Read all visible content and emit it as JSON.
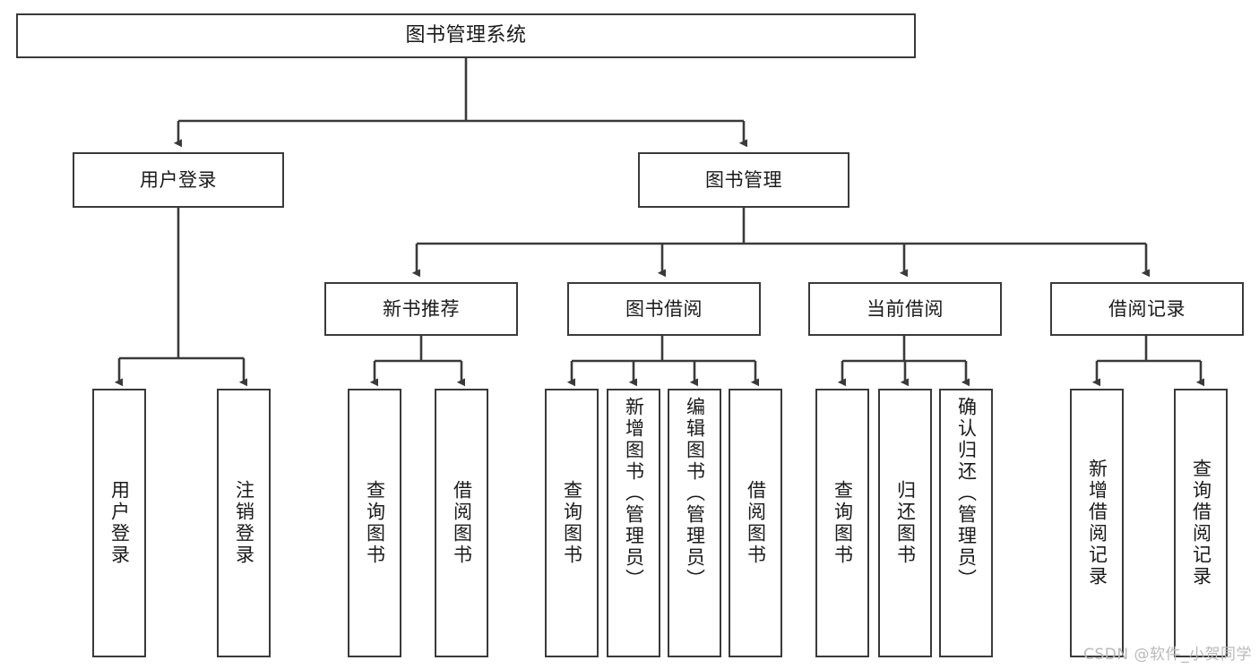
{
  "diagram": {
    "title": "图书管理系统",
    "type": "tree-hierarchy-diagram",
    "watermark": "CSDN @软件_小贺同学",
    "colors": {
      "box_border": "#3a3a3a",
      "box_fill": "#ffffff",
      "edge": "#3a3a3a",
      "text": "#1a1a1a",
      "watermark": "#b9b9b9",
      "background": "#ffffff"
    },
    "root": {
      "label": "图书管理系统"
    },
    "level2": [
      {
        "label": "用户登录"
      },
      {
        "label": "图书管理"
      }
    ],
    "level3": [
      {
        "label": "新书推荐"
      },
      {
        "label": "图书借阅"
      },
      {
        "label": "当前借阅"
      },
      {
        "label": "借阅记录"
      }
    ],
    "leaves": {
      "user_login": [
        {
          "label": "用户登录"
        },
        {
          "label": "注销登录"
        }
      ],
      "new_book_recommend": [
        {
          "label": "查询图书"
        },
        {
          "label": "借阅图书"
        }
      ],
      "book_borrow": [
        {
          "label": "查询图书"
        },
        {
          "label": "新增图书（管理员）"
        },
        {
          "label": "编辑图书（管理员）"
        },
        {
          "label": "借阅图书"
        }
      ],
      "current_borrow": [
        {
          "label": "查询图书"
        },
        {
          "label": "归还图书"
        },
        {
          "label": "确认归还（管理员）"
        }
      ],
      "borrow_records": [
        {
          "label": "新增借阅记录"
        },
        {
          "label": "查询借阅记录"
        }
      ]
    }
  }
}
